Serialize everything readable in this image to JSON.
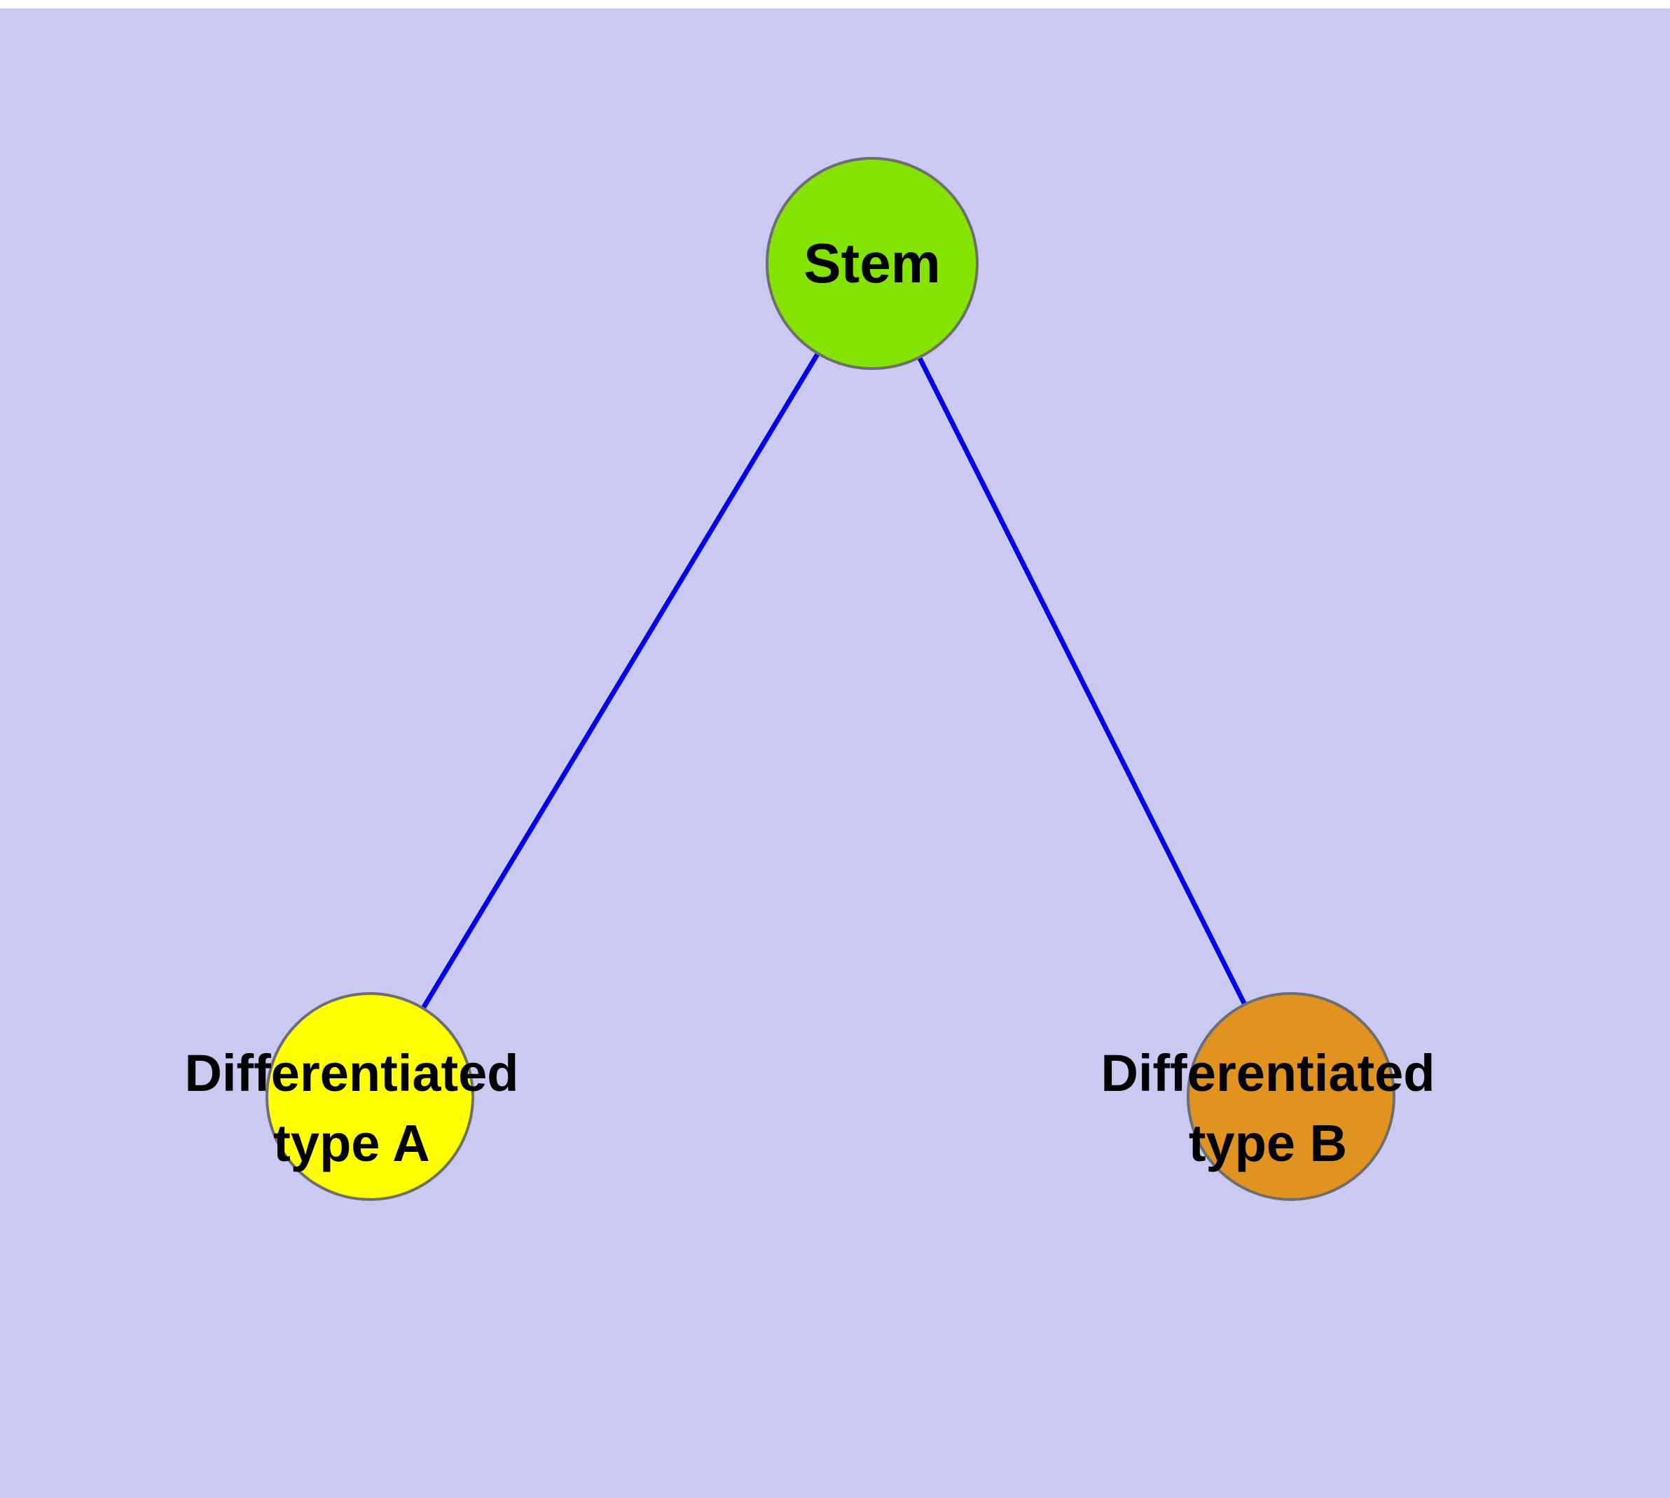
{
  "diagram": {
    "type": "node-link-tree",
    "background_color": "#c9c9f1",
    "edge_color": "#0000ee",
    "node_border_color": "#6e6e6e",
    "nodes": [
      {
        "id": "stem",
        "lines": [
          "Stem"
        ],
        "color": "#84e400"
      },
      {
        "id": "differentiated-type-a",
        "lines": [
          "Differentiated",
          "type A"
        ],
        "color": "#ffff00"
      },
      {
        "id": "differentiated-type-b",
        "lines": [
          "Differentiated",
          "type B"
        ],
        "color": "#e0931e"
      }
    ],
    "edges": [
      {
        "from": "stem",
        "to": "differentiated-type-a"
      },
      {
        "from": "stem",
        "to": "differentiated-type-b"
      }
    ]
  }
}
